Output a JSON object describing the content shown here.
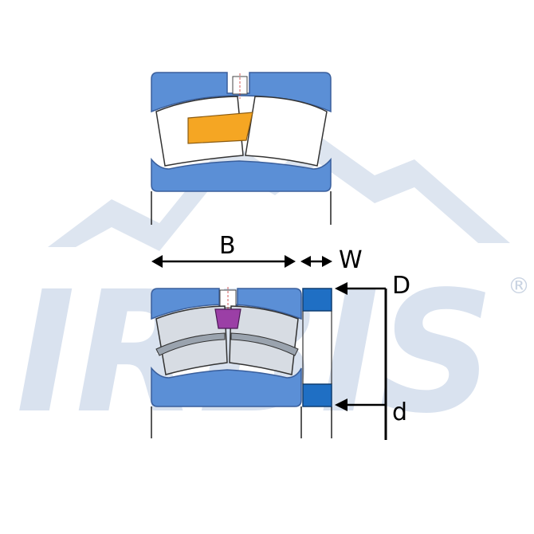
{
  "watermark": {
    "brand": "IRBIS",
    "registered_mark": "®",
    "color": "#d9e2ef"
  },
  "colors": {
    "ring_blue": "#5b8fd6",
    "ring_blue_dark": "#3f6fb8",
    "seal_blue": "#1f6fc4",
    "roller_gray": "#d7dce3",
    "orange_cage": "#f5a623",
    "purple_cage": "#9b3fa6",
    "outline": "#222222"
  },
  "dimensions": {
    "B": "B",
    "W": "W",
    "D": "D",
    "d": "d"
  }
}
